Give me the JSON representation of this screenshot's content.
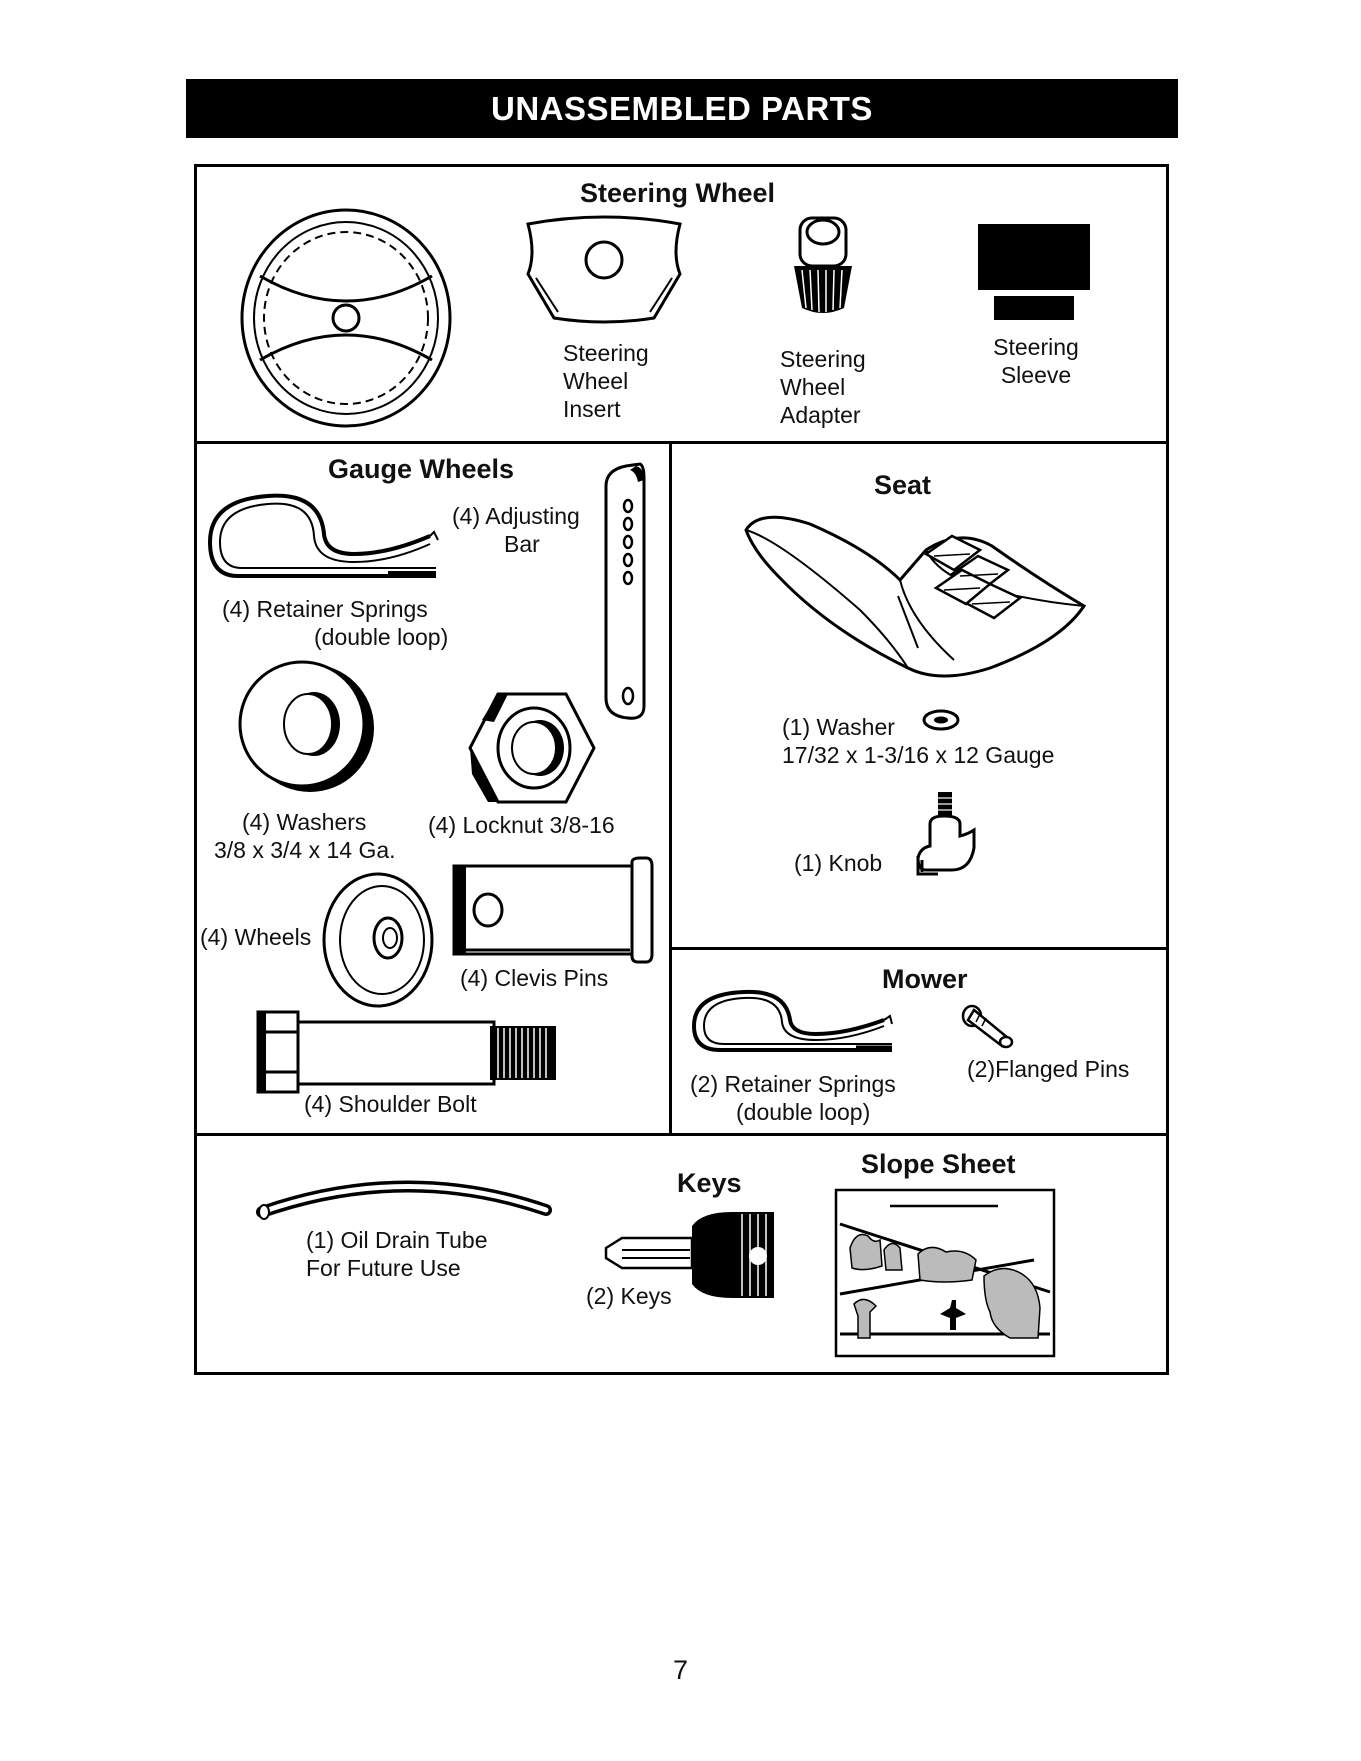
{
  "banner": "UNASSEMBLED PARTS",
  "steering": {
    "title": "Steering Wheel",
    "insert": [
      "Steering",
      "Wheel",
      "Insert"
    ],
    "adapter": [
      "Steering",
      "Wheel",
      "Adapter"
    ],
    "sleeve": [
      "Steering",
      "Sleeve"
    ]
  },
  "gauge": {
    "title": "Gauge Wheels",
    "adjusting_bar": [
      "(4) Adjusting",
      "Bar"
    ],
    "retainer": [
      "(4)  Retainer Springs",
      "(double loop)"
    ],
    "washers": [
      "(4) Washers",
      "3/8 x 3/4 x 14 Ga."
    ],
    "locknut": "(4) Locknut  3/8-16",
    "wheels": "(4) Wheels",
    "clevis": "(4) Clevis Pins",
    "shoulder_bolt": "(4) Shoulder Bolt"
  },
  "seat": {
    "title": "Seat",
    "washer": [
      "(1) Washer",
      "17/32 x 1-3/16 x 12 Gauge"
    ],
    "knob": "(1) Knob"
  },
  "mower": {
    "title": "Mower",
    "retainer": [
      "(2)  Retainer Springs",
      "(double loop)"
    ],
    "flanged": "(2)Flanged Pins"
  },
  "bottom": {
    "oil_tube": [
      "(1) Oil Drain Tube",
      "For Future Use"
    ],
    "keys_title": "Keys",
    "keys": "(2) Keys",
    "slope_title": "Slope Sheet"
  },
  "page_number": "7"
}
